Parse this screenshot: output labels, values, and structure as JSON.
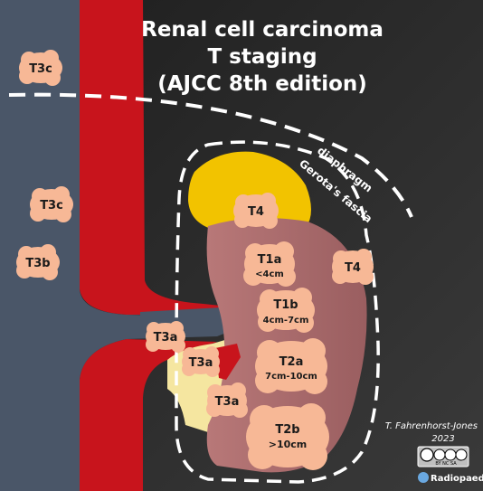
{
  "title": {
    "line1": "Renal cell carcinoma",
    "line2": "T staging",
    "line3": "(AJCC 8th edition)"
  },
  "labels": {
    "diaphragm": "diaphragm",
    "gerota": "Gerota's fascia"
  },
  "stages": {
    "t3c_top": "T3c",
    "t3c_mid": "T3c",
    "t3b": "T3b",
    "t4_adrenal": "T4",
    "t4_side": "T4",
    "t1a": "T1a",
    "t1a_size": "<4cm",
    "t1b": "T1b",
    "t1b_size": "4cm-7cm",
    "t2a": "T2a",
    "t2a_size": "7cm-10cm",
    "t3a_vein": "T3a",
    "t3a_sinus": "T3a",
    "t3a_fat": "T3a",
    "t2b": "T2b",
    "t2b_size": ">10cm"
  },
  "credit": {
    "author": "T. Fahrenhorst-Jones",
    "year": "2023",
    "license": "BY NC SA",
    "brand": "Radiopaedia"
  },
  "colors": {
    "background": "#2b2b2b",
    "ivc": "#4a5668",
    "aorta": "#c8141c",
    "kidney": "#a8686a",
    "adrenal": "#f2c300",
    "fat": "#f5e6a0",
    "tumor": "#f7b896"
  }
}
